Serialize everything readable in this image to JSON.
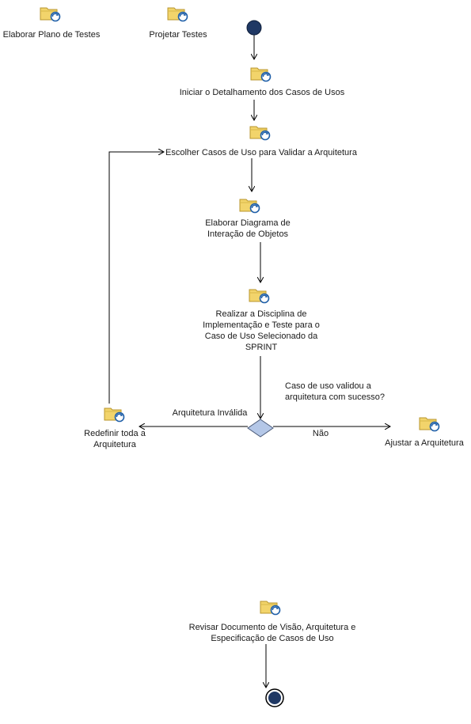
{
  "colors": {
    "line": "#000000",
    "start_node": "#1f3864",
    "decision_fill": "#b4c7e7",
    "activity_folder": "#f2d46b",
    "activity_arrow": "#1f5fa8"
  },
  "icons": {
    "activity": "task-folder-refresh-icon",
    "start": "filled-circle-icon",
    "end": "bullseye-icon",
    "decision": "diamond-icon"
  },
  "activities": {
    "elaborar_plano": "Elaborar Plano de Testes",
    "projetar_testes": "Projetar Testes",
    "iniciar_detalhamento": "Iniciar o Detalhamento dos Casos de Usos",
    "escolher_casos": "Escolher Casos de Uso para Validar a Arquitetura",
    "elaborar_diagrama": "Elaborar Diagrama de Interação de Objetos",
    "realizar_disciplina": "Realizar a Disciplina de Implementação e Teste para o Caso de Uso Selecionado da SPRINT",
    "redefinir_arquitetura": "Redefinir toda a Arquitetura",
    "ajustar_arquitetura": "Ajustar a Arquitetura",
    "revisar_documento": "Revisar Documento de Visão, Arquitetura e Especificação de Casos de Uso"
  },
  "decision": {
    "question": "Caso de uso validou a arquitetura com sucesso?",
    "branch_invalid": "Arquitetura Inválida",
    "branch_no": "Não"
  }
}
